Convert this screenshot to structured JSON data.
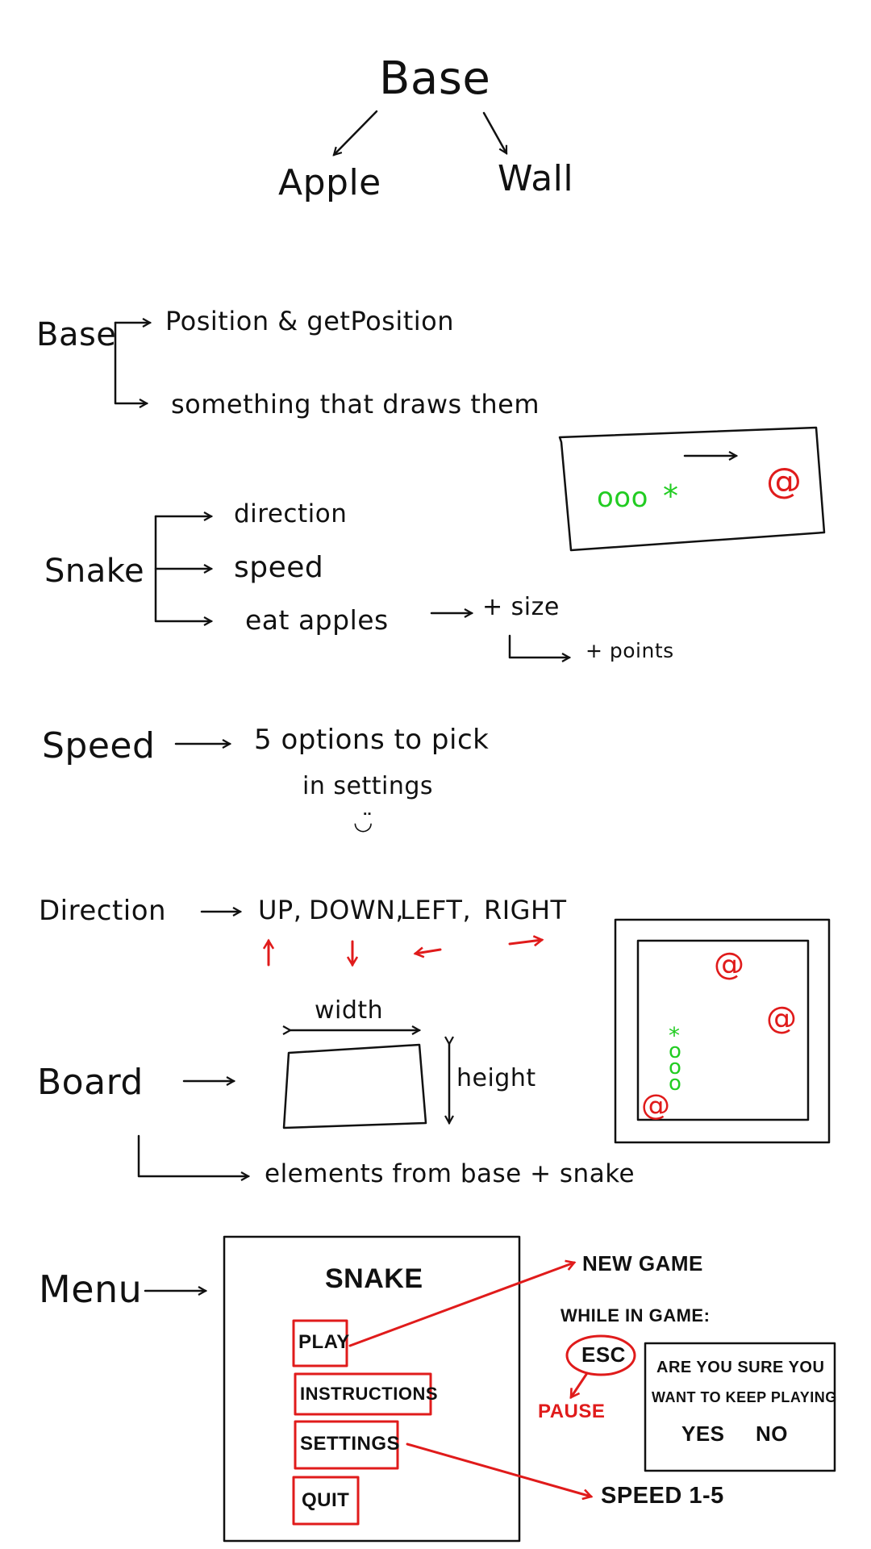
{
  "hierarchy": {
    "root": "Base",
    "children": [
      "Apple",
      "Wall"
    ]
  },
  "base": {
    "label": "Base",
    "items": [
      "Position & getPosition",
      "something that draws them"
    ]
  },
  "snake": {
    "label": "Snake",
    "items": [
      "direction",
      "speed",
      "eat apples"
    ],
    "eat_results": [
      "+ size",
      "+ points"
    ],
    "sketch": {
      "body": "ooo",
      "head": "*",
      "apple": "@"
    }
  },
  "speed": {
    "label": "Speed",
    "text_line1": "5 options to pick",
    "text_line2": "in settings",
    "smiley": "◡̈"
  },
  "direction": {
    "label": "Direction",
    "options": [
      "UP,",
      "DOWN,",
      "LEFT,",
      "RIGHT"
    ],
    "arrows": [
      "↑",
      "↓",
      "←",
      "→"
    ]
  },
  "board": {
    "label": "Board",
    "width_label": "width",
    "height_label": "height",
    "contents": "elements from base + snake",
    "sketch": {
      "apple": "@",
      "body": "o",
      "head": "*"
    }
  },
  "menu": {
    "label": "Menu",
    "title": "SNAKE",
    "items": [
      "PLAY",
      "INSTRUCTIONS",
      "SETTINGS",
      "QUIT"
    ],
    "play_target": "NEW GAME",
    "settings_target": "SPEED 1-5",
    "in_game_label": "WHILE IN GAME:",
    "esc_label": "ESC",
    "pause_label": "PAUSE",
    "dialog": {
      "line1": "ARE YOU SURE YOU",
      "line2": "WANT TO KEEP PLAYING",
      "yes": "YES",
      "no": "NO"
    }
  },
  "colors": {
    "ink": "#111111",
    "accent_red": "#e01b1b",
    "snake_green": "#22cc22"
  }
}
